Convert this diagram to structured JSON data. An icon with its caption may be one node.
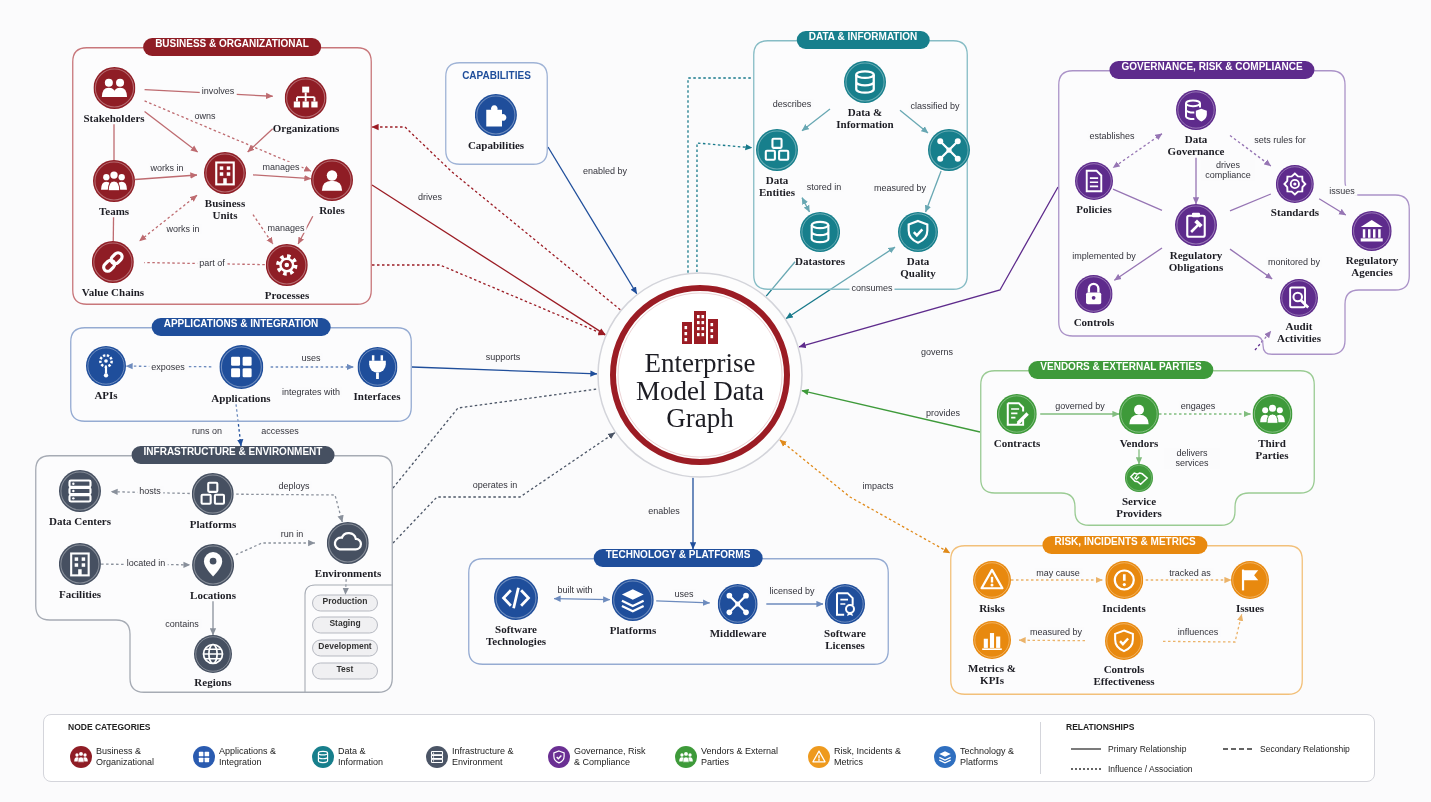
{
  "diagram": {
    "nodes": [
      {
        "text": [
          "BUSINESS & ORGANIZATIONAL"
        ]
      },
      {
        "text": [
          "Stakeholders"
        ],
        "in": 0
      },
      {
        "text": [
          "Organizations"
        ],
        "in": 0
      },
      {
        "text": [
          "Teams"
        ],
        "in": 0
      },
      {
        "text": [
          "Business Units"
        ],
        "in": 0
      },
      {
        "text": [
          "Roles"
        ],
        "in": 0
      },
      {
        "text": [
          "Value Chains"
        ],
        "in": 0
      },
      {
        "text": [
          "Processes"
        ],
        "in": 0
      },
      {
        "text": [
          "CAPABILITIES"
        ]
      },
      {
        "text": [
          "Capabilities"
        ],
        "in": 8
      },
      {
        "text": [
          "DATA & INFORMATION"
        ]
      },
      {
        "text": [
          "Data & Information"
        ],
        "in": 10
      },
      {
        "text": [
          "Data Entities"
        ],
        "in": 10
      },
      {
        "text": [],
        "shape": "circle",
        "in": 10
      },
      {
        "text": [
          "Datastores"
        ],
        "in": 10
      },
      {
        "text": [
          "Data Quality"
        ],
        "in": 10
      },
      {
        "text": [
          "GOVERNANCE, RISK & COMPLIANCE"
        ]
      },
      {
        "text": [
          "Data Governance"
        ],
        "in": 16
      },
      {
        "text": [
          "Policies"
        ],
        "in": 16
      },
      {
        "text": [
          "Standards"
        ],
        "in": 16
      },
      {
        "text": [
          "Regulatory Obligations"
        ],
        "in": 16
      },
      {
        "text": [
          "Regulatory Agencies"
        ],
        "in": 16
      },
      {
        "text": [
          "Controls"
        ],
        "in": 16
      },
      {
        "text": [
          "Audit Activities"
        ],
        "in": 16
      },
      {
        "text": [
          "APPLICATIONS & INTEGRATION"
        ]
      },
      {
        "text": [
          "APIs"
        ],
        "in": 24
      },
      {
        "text": [
          "Applications"
        ],
        "in": 24
      },
      {
        "text": [
          "Interfaces"
        ],
        "in": 24
      },
      {
        "text": [
          "Enterprise Model Data Graph"
        ]
      },
      {
        "text": [
          "VENDORS & EXTERNAL PARTIES"
        ]
      },
      {
        "text": [
          "Contracts"
        ],
        "in": 29
      },
      {
        "text": [
          "Vendors"
        ],
        "in": 29
      },
      {
        "text": [
          "Third Parties"
        ],
        "in": 29
      },
      {
        "text": [
          "Service Providers"
        ],
        "in": 29
      },
      {
        "text": [
          "INFRASTRUCTURE & ENVIRONMENT"
        ]
      },
      {
        "text": [
          "Data Centers"
        ],
        "in": 34
      },
      {
        "text": [
          "Platforms"
        ],
        "in": 34
      },
      {
        "text": [
          "Facilities"
        ],
        "in": 34
      },
      {
        "text": [
          "Locations"
        ],
        "in": 34
      },
      {
        "text": [
          "Environments"
        ],
        "in": 34
      },
      {
        "text": [
          "Regions"
        ],
        "in": 34
      },
      {
        "text": [
          "Production"
        ],
        "in": 34
      },
      {
        "text": [
          "Staging"
        ],
        "in": 34
      },
      {
        "text": [
          "Development"
        ],
        "in": 34
      },
      {
        "text": [
          "Test"
        ],
        "in": 34
      },
      {
        "text": [
          "TECHNOLOGY & PLATFORMS"
        ]
      },
      {
        "text": [
          "Software Technologies"
        ],
        "in": 45
      },
      {
        "text": [
          "Platforms"
        ],
        "in": 45
      },
      {
        "text": [
          "Middleware"
        ],
        "in": 45
      },
      {
        "text": [
          "Software Licenses"
        ],
        "in": 45
      },
      {
        "text": [
          "RISK, INCIDENTS & METRICS"
        ]
      },
      {
        "text": [
          "Risks"
        ],
        "in": 50
      },
      {
        "text": [
          "Incidents"
        ],
        "in": 50
      },
      {
        "text": [
          "Issues"
        ],
        "in": 50
      },
      {
        "text": [
          "Metrics & KPIs"
        ],
        "in": 50
      },
      {
        "text": [
          "Controls Effectiveness"
        ],
        "in": 50
      }
    ],
    "edges": [
      {
        "from": 1,
        "to": 2,
        "arrow": "to",
        "label": "involves",
        "color": "#9b1c24"
      },
      {
        "from": 1,
        "to": 5,
        "arrow": "to",
        "label": "owns",
        "style": "dashed",
        "color": "#9b1c24"
      },
      {
        "from": 1,
        "to": 4,
        "arrow": "to",
        "color": "#9b1c24"
      },
      {
        "from": 2,
        "to": 4,
        "arrow": "to",
        "color": "#9b1c24"
      },
      {
        "from": 1,
        "to": 3,
        "arrow": "none",
        "color": "#9b1c24"
      },
      {
        "from": 3,
        "to": 4,
        "arrow": "to",
        "label": "works in",
        "color": "#9b1c24"
      },
      {
        "from": 4,
        "to": 5,
        "arrow": "to",
        "label": "manages",
        "color": "#9b1c24"
      },
      {
        "from": 4,
        "to": 6,
        "arrow": "both",
        "label": "works in",
        "style": "dashed",
        "color": "#9b1c24"
      },
      {
        "from": 4,
        "to": 7,
        "arrow": "to",
        "label": "manages",
        "style": "dashed",
        "color": "#9b1c24"
      },
      {
        "from": 5,
        "to": 7,
        "arrow": "to",
        "color": "#9b1c24"
      },
      {
        "from": 3,
        "to": 6,
        "arrow": "none",
        "color": "#9b1c24"
      },
      {
        "from": 7,
        "to": 6,
        "arrow": "none",
        "label": "part of",
        "style": "dashed",
        "color": "#9b1c24"
      },
      {
        "from": 8,
        "to": 28,
        "arrow": "to",
        "label": "enabled by",
        "color": "#1f4e9b"
      },
      {
        "from": 11,
        "to": 12,
        "arrow": "to",
        "label": "describes",
        "color": "#17798a"
      },
      {
        "from": 11,
        "to": 13,
        "arrow": "to",
        "label": "classified by",
        "color": "#17798a"
      },
      {
        "from": 12,
        "to": 14,
        "arrow": "both",
        "label": "stored in",
        "color": "#17798a"
      },
      {
        "from": 13,
        "to": 15,
        "arrow": "to",
        "label": "measured by",
        "color": "#17798a"
      },
      {
        "from": 17,
        "to": 18,
        "arrow": "both",
        "label": "establishes",
        "style": "dashed",
        "color": "#5e2b8c"
      },
      {
        "from": 17,
        "to": 19,
        "arrow": "to",
        "label": "sets rules for",
        "style": "dashed",
        "color": "#5e2b8c"
      },
      {
        "from": 17,
        "to": 20,
        "arrow": "to",
        "label": "drives compliance",
        "color": "#5e2b8c"
      },
      {
        "from": 20,
        "to": 18,
        "arrow": "none",
        "color": "#5e2b8c"
      },
      {
        "from": 20,
        "to": 19,
        "arrow": "none",
        "color": "#5e2b8c"
      },
      {
        "from": 20,
        "to": 22,
        "arrow": "to",
        "label": "implemented by",
        "color": "#5e2b8c"
      },
      {
        "from": 20,
        "to": 23,
        "arrow": "to",
        "label": "monitored by",
        "color": "#5e2b8c"
      },
      {
        "from": 19,
        "to": 21,
        "arrow": "to",
        "label": "issues",
        "color": "#5e2b8c"
      },
      {
        "from": null,
        "to": 23,
        "arrow": "to",
        "style": "dashed",
        "color": "#5e2b8c"
      },
      {
        "from": 26,
        "to": 25,
        "arrow": "to",
        "label": "exposes",
        "style": "dashed",
        "color": "#1f4e9b"
      },
      {
        "from": 26,
        "to": 27,
        "arrow": "to",
        "label": "uses",
        "style": "dashed",
        "color": "#1f4e9b"
      },
      {
        "from": 24,
        "to": 28,
        "arrow": "to",
        "label": "supports",
        "color": "#1f4e9b"
      },
      {
        "from": 26,
        "to": 34,
        "arrow": "to",
        "label": "runs on",
        "style": "dashed",
        "color": "#1f4e9b"
      },
      {
        "from": 0,
        "to": 28,
        "arrow": "to",
        "label": "drives",
        "color": "#9b1c24"
      },
      {
        "from": 28,
        "to": 0,
        "arrow": "to",
        "style": "dashed",
        "color": "#9b1c24"
      },
      {
        "from": 0,
        "to": 28,
        "arrow": "to",
        "style": "dashed",
        "color": "#9b1c24"
      },
      {
        "from": 28,
        "to": 10,
        "arrow": "none",
        "style": "dashed",
        "color": "#17798a"
      },
      {
        "from": 28,
        "to": 12,
        "arrow": "to",
        "style": "dashed",
        "color": "#17798a"
      },
      {
        "from": 14,
        "to": 28,
        "arrow": "none",
        "color": "#17798a"
      },
      {
        "from": 15,
        "to": 28,
        "arrow": "both",
        "label": "consumes",
        "color": "#17798a"
      },
      {
        "from": 16,
        "to": 28,
        "arrow": "to",
        "label": "governs",
        "color": "#5e2b8c"
      },
      {
        "from": 29,
        "to": 28,
        "arrow": "to",
        "label": "provides",
        "color": "#3e9a3a"
      },
      {
        "from": 28,
        "to": 45,
        "arrow": "to",
        "label": "enables",
        "color": "#1f4e9b"
      },
      {
        "from": 28,
        "to": 50,
        "arrow": "both",
        "label": "impacts",
        "style": "dashed",
        "color": "#e08a1a"
      },
      {
        "from": 34,
        "to": 28,
        "arrow": "to",
        "label": "operates in",
        "style": "dashed",
        "color": "#4b5566"
      },
      {
        "from": 34,
        "to": 28,
        "arrow": "none",
        "style": "dashed",
        "color": "#4b5566"
      },
      {
        "from": 30,
        "to": 31,
        "arrow": "to",
        "label": "governed by",
        "color": "#3e9a3a"
      },
      {
        "from": 31,
        "to": 32,
        "arrow": "to",
        "label": "engages",
        "style": "dashed",
        "color": "#3e9a3a"
      },
      {
        "from": 31,
        "to": 33,
        "arrow": "to",
        "label": "delivers services",
        "color": "#3e9a3a"
      },
      {
        "from": 36,
        "to": 35,
        "arrow": "to",
        "label": "hosts",
        "style": "dashed",
        "color": "#4b5566"
      },
      {
        "from": 36,
        "to": 39,
        "arrow": "to",
        "label": "deploys",
        "style": "dashed",
        "color": "#4b5566"
      },
      {
        "from": 38,
        "to": 39,
        "arrow": "to",
        "label": "run in",
        "style": "dashed",
        "color": "#4b5566"
      },
      {
        "from": 37,
        "to": 38,
        "arrow": "to",
        "label": "located in",
        "style": "dashed",
        "color": "#4b5566"
      },
      {
        "from": 38,
        "to": 40,
        "arrow": "to",
        "label": "contains",
        "color": "#4b5566"
      },
      {
        "from": 39,
        "to": 41,
        "arrow": "to",
        "style": "dashed",
        "color": "#4b5566"
      },
      {
        "from": 46,
        "to": 47,
        "arrow": "both",
        "label": "built with",
        "color": "#1f4e9b"
      },
      {
        "from": 47,
        "to": 48,
        "arrow": "to",
        "label": "uses",
        "color": "#1f4e9b"
      },
      {
        "from": 48,
        "to": 49,
        "arrow": "to",
        "label": "licensed by",
        "color": "#1f4e9b"
      },
      {
        "from": 51,
        "to": 52,
        "arrow": "to",
        "label": "may cause",
        "style": "dashed",
        "color": "#e08a1a"
      },
      {
        "from": 52,
        "to": 53,
        "arrow": "to",
        "label": "tracked as",
        "style": "dashed",
        "color": "#e08a1a"
      },
      {
        "from": 55,
        "to": 54,
        "arrow": "to",
        "label": "measured by",
        "style": "dashed",
        "color": "#e08a1a"
      },
      {
        "from": 55,
        "to": 53,
        "arrow": "to",
        "label": "influences",
        "style": "dashed",
        "color": "#e08a1a"
      }
    ],
    "labels": [
      "integrates with",
      "accesses",
      "NODE CATEGORIES",
      "RELATIONSHIPS"
    ],
    "legend": [
      {
        "text": "Business & Organizational",
        "color": "#8f1d25"
      },
      {
        "text": "Applications & Integration",
        "color": "#2a5bb0"
      },
      {
        "text": "Data & Information",
        "color": "#177f8c"
      },
      {
        "text": "Infrastructure & Environment",
        "color": "#4b5566"
      },
      {
        "text": "Governance, Risk & Compliance",
        "color": "#6a2f93"
      },
      {
        "text": "Vendors & External Parties",
        "color": "#3e9a3a"
      },
      {
        "text": "Risk, Incidents & Metrics",
        "color": "#ee9a1e"
      },
      {
        "text": "Technology & Platforms",
        "color": "#2f6fc0"
      },
      {
        "text": "Primary Relationship"
      },
      {
        "text": "Secondary Relationship"
      },
      {
        "text": "Influence / Association"
      }
    ]
  }
}
